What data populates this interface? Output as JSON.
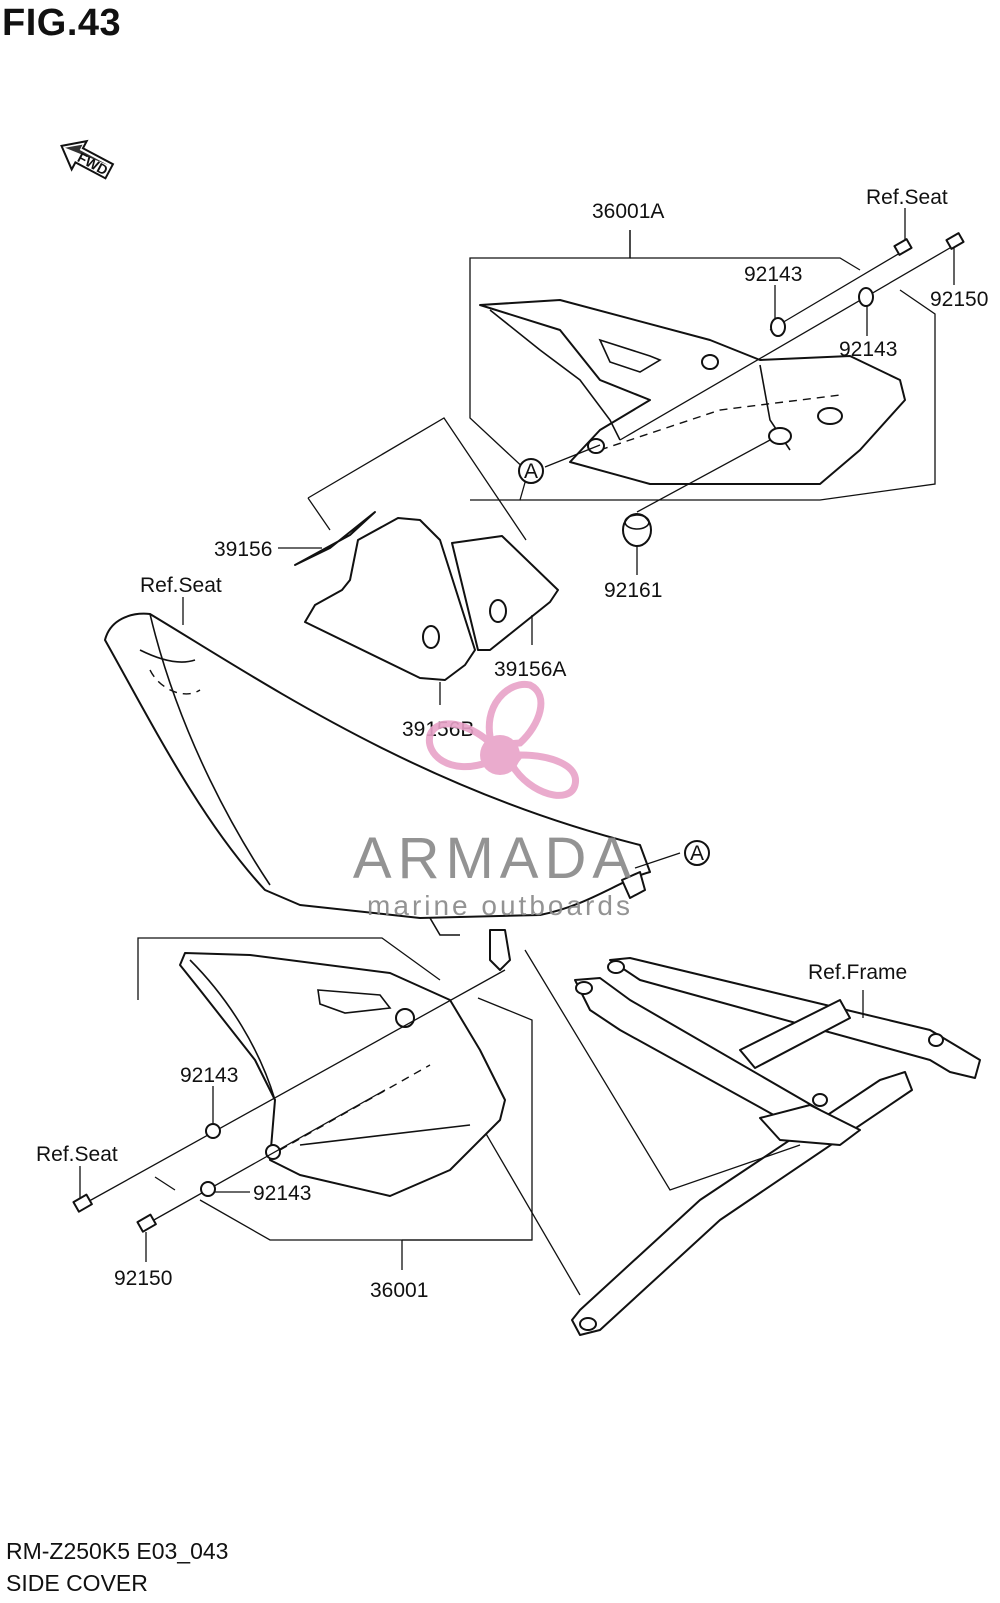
{
  "figure": {
    "title": "FIG.43",
    "model_code": "RM-Z250K5 E03_043",
    "section_name": "SIDE COVER"
  },
  "fwd_marker": "FWD",
  "callouts": {
    "p36001A": "36001A",
    "ref_seat_top": "Ref.Seat",
    "p92143_upper_a": "92143",
    "p92150_upper": "92150",
    "p92143_upper_b": "92143",
    "ref_a_upper": "A",
    "p92161": "92161",
    "p39156": "39156",
    "p39156A": "39156A",
    "p39156B": "39156B",
    "ref_seat_mid": "Ref.Seat",
    "ref_a_lower": "A",
    "ref_frame": "Ref.Frame",
    "p92143_lower_a": "92143",
    "ref_seat_lower": "Ref.Seat",
    "p92143_lower_b": "92143",
    "p92150_lower": "92150",
    "p36001": "36001"
  },
  "watermark": {
    "brand": "ARMADA",
    "tagline": "marine outboards",
    "color": "#e8a2c8"
  }
}
